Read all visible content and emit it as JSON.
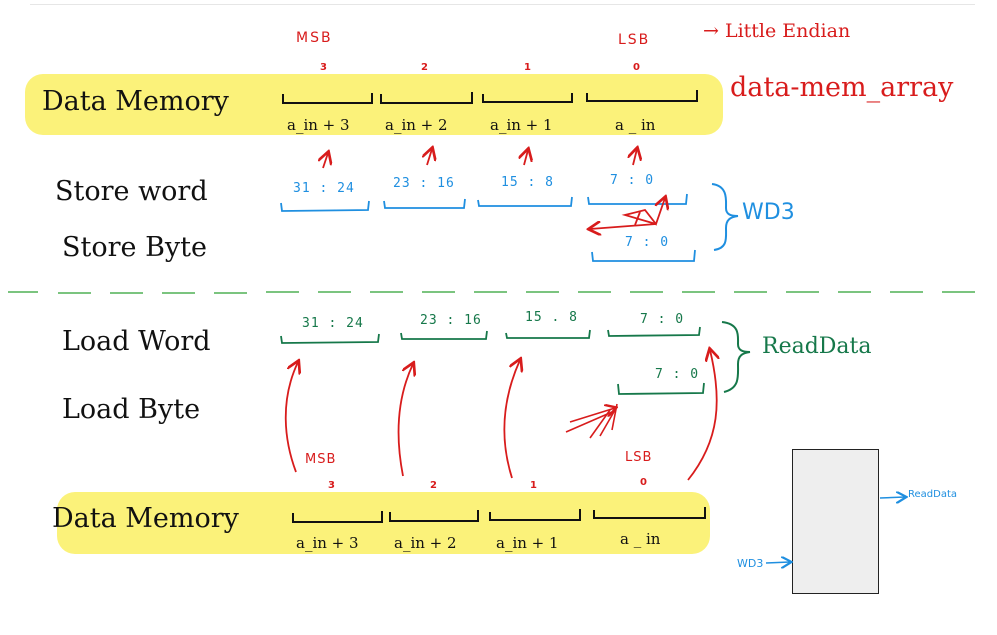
{
  "top_block": {
    "memory_label": "Data Memory",
    "msb_label": "MSB",
    "lsb_label": "LSB",
    "endian_label": "→ Little Endian",
    "array_label": "data-mem_array",
    "indices": [
      "3",
      "2",
      "1",
      "0"
    ],
    "addresses": [
      "a_in + 3",
      "a_in + 2",
      "a_in + 1",
      "a _ in"
    ]
  },
  "store": {
    "store_word_label": "Store word",
    "store_byte_label": "Store Byte",
    "word_fields": [
      "31 : 24",
      "23 : 16",
      "15 : 8",
      "7 : 0"
    ],
    "byte_field": "7 : 0",
    "bus_label": "WD3"
  },
  "load": {
    "load_word_label": "Load Word",
    "load_byte_label": "Load Byte",
    "word_fields": [
      "31 : 24",
      "23 : 16",
      "15 . 8",
      "7 : 0"
    ],
    "byte_field": "7 : 0",
    "bus_label": "ReadData"
  },
  "bottom_block": {
    "memory_label": "Data Memory",
    "msb_label": "MSB",
    "lsb_label": "LSB",
    "indices": [
      "3",
      "2",
      "1",
      "0"
    ],
    "addresses": [
      "a_in + 3",
      "a_in + 2",
      "a_in + 1",
      "a _ in"
    ]
  },
  "block_symbol": {
    "input_label": "WD3",
    "output_label": "ReadData"
  },
  "colors": {
    "highlight": "#fbf27a",
    "red": "#d81c1c",
    "blue": "#1f8fe0",
    "green": "#16784a",
    "dash": "#7bc47f"
  }
}
